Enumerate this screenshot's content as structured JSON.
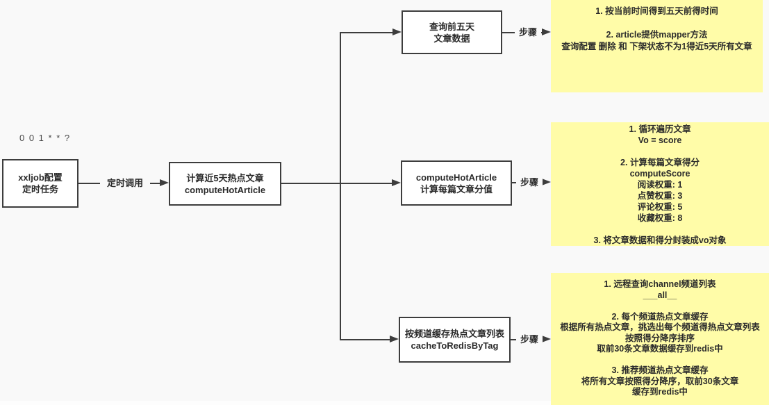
{
  "colors": {
    "background": "#f9f9f9",
    "line": "#3d3d3d",
    "node_fill": "#ffffff",
    "node_border": "#3d3d3d",
    "note_fill": "#fffca8",
    "text": "#2b2b2b"
  },
  "cron_expression": "0 0 1 * * ?",
  "nodes": {
    "xxljob": {
      "line1": "xxljob配置",
      "line2": "定时任务"
    },
    "compute": {
      "line1": "计算近5天热点文章",
      "line2": "computeHotArticle"
    },
    "query": {
      "line1": "查询前五天",
      "line2": "文章数据"
    },
    "score": {
      "line1": "computeHotArticle",
      "line2": "计算每篇文章分值"
    },
    "cache": {
      "line1": "按频道缓存热点文章列表",
      "line2": "cacheToRedisByTag"
    }
  },
  "edge_labels": {
    "timed_call": "定时调用",
    "step": "步骤"
  },
  "notes": {
    "top": {
      "lines": [
        "1. 按当前时间得到五天前得时间",
        "",
        "2. article提供mapper方法",
        "查询配置 删除 和 下架状态不为1得近5天所有文章"
      ]
    },
    "middle": {
      "lines": [
        "1. 循环遍历文章",
        "Vo  = score",
        "",
        "2. 计算每篇文章得分",
        "computeScore",
        "阅读权重: 1",
        "点赞权重: 3",
        "评论权重: 5",
        "收藏权重: 8",
        "",
        "3. 将文章数据和得分封装成vo对象"
      ]
    },
    "bottom": {
      "lines": [
        "1. 远程查询channel频道列表",
        "___all__",
        "",
        "2. 每个频道热点文章缓存",
        "根据所有热点文章，挑选出每个频道得热点文章列表",
        "按照得分降序排序",
        "取前30条文章数据缓存到redis中",
        "",
        "3. 推荐频道热点文章缓存",
        "将所有文章按照得分降序，取前30条文章",
        "缓存到redis中"
      ]
    }
  }
}
